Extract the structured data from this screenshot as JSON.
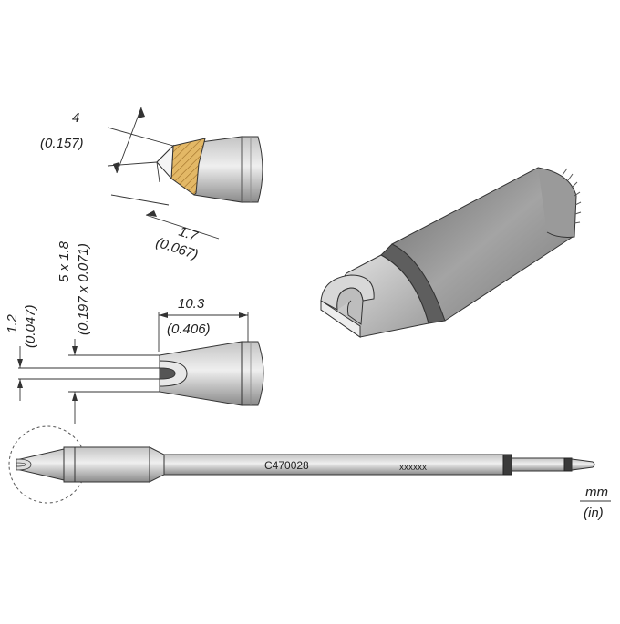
{
  "dimensions": {
    "tip_width": {
      "mm": "4",
      "in": "(0.157)"
    },
    "tip_thickness": {
      "mm": "1.7",
      "in": "(0.067)"
    },
    "slot_size": {
      "mm": "5 x 1.8",
      "in": "(0.197 x 0.071)"
    },
    "slot_width": {
      "mm": "1.2",
      "in": "(0.047)"
    },
    "tip_length": {
      "mm": "10.3",
      "in": "(0.406)"
    }
  },
  "cartridge": {
    "model": "C470028",
    "serial": "xxxxxx"
  },
  "units": {
    "primary": "mm",
    "secondary": "(in)"
  },
  "colors": {
    "steel": "#a8a8a8",
    "steel_light": "#d6d6d6",
    "steel_dark": "#6f6f6f",
    "hatch": "#e3b866",
    "outline": "#333333"
  }
}
